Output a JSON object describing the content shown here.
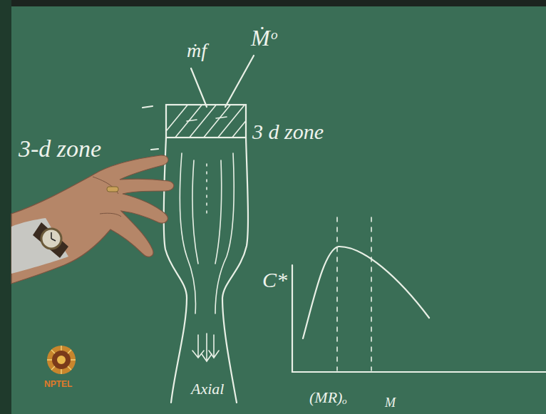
{
  "diagram": {
    "labels": [
      "ṁf",
      "Ṁᵒ",
      "3-d zone",
      "3 d zone",
      "Axial",
      "C*",
      "(MR)ₒ",
      "M",
      "NPTEL"
    ]
  }
}
